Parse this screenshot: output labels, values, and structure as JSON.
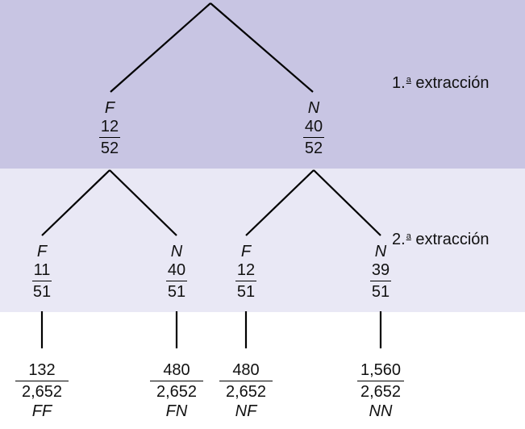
{
  "levels": {
    "first_prefix": "1.",
    "first_ord": "a",
    "first_suffix": "extracción",
    "second_prefix": "2.",
    "second_ord": "a",
    "second_suffix": "extracción"
  },
  "first_draw": [
    {
      "event": "F",
      "num": "12",
      "den": "52"
    },
    {
      "event": "N",
      "num": "40",
      "den": "52"
    }
  ],
  "second_draw": [
    {
      "event": "F",
      "num": "11",
      "den": "51"
    },
    {
      "event": "N",
      "num": "40",
      "den": "51"
    },
    {
      "event": "F",
      "num": "12",
      "den": "51"
    },
    {
      "event": "N",
      "num": "39",
      "den": "51"
    }
  ],
  "outcomes": [
    {
      "num": "132",
      "den": "2,652",
      "event": "FF"
    },
    {
      "num": "480",
      "den": "2,652",
      "event": "FN"
    },
    {
      "num": "480",
      "den": "2,652",
      "event": "NF"
    },
    {
      "num": "1,560",
      "den": "2,652",
      "event": "NN"
    }
  ]
}
